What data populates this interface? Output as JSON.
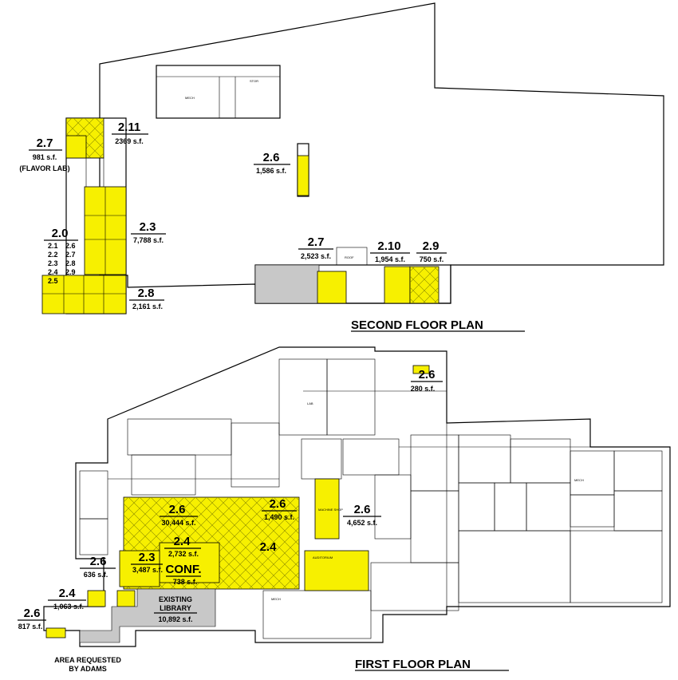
{
  "second_floor": {
    "title": "SECOND FLOOR PLAN",
    "areas": [
      {
        "id": "2.7",
        "area": "981 s.f.",
        "note": "(FLAVOR LAB)"
      },
      {
        "id": "2.11",
        "area": "2369 s.f."
      },
      {
        "id": "2.6",
        "area": "1,586 s.f."
      },
      {
        "id": "2.0",
        "items": [
          "2.1",
          "2.2",
          "2.3",
          "2.4",
          "2.5",
          "2.6",
          "2.7",
          "2.8",
          "2.9"
        ]
      },
      {
        "id": "2.3",
        "area": "7,788 s.f."
      },
      {
        "id": "2.8",
        "area": "2,161 s.f."
      },
      {
        "id": "2.7",
        "area": "2,523 s.f."
      },
      {
        "id": "2.10",
        "area": "1,954 s.f."
      },
      {
        "id": "2.9",
        "area": "750 s.f."
      }
    ],
    "room_labels": [
      "MECH",
      "STOR",
      "ROOF"
    ]
  },
  "first_floor": {
    "title": "FIRST FLOOR PLAN",
    "areas": [
      {
        "id": "2.6",
        "area": "280 s.f."
      },
      {
        "id": "2.6",
        "area": "30,444 s.f."
      },
      {
        "id": "2.6",
        "area": "1,490 s.f."
      },
      {
        "id": "2.6",
        "area": "4,652 s.f."
      },
      {
        "id": "2.4",
        "area": "2,732 s.f."
      },
      {
        "id": "2.3",
        "area": "3,487 s.f."
      },
      {
        "id": "CONF.",
        "area": "738 s.f."
      },
      {
        "id": "2.4",
        "area": ""
      },
      {
        "id": "2.6",
        "area": "636 s.f."
      },
      {
        "id": "2.4",
        "area": "1,063 s.f."
      },
      {
        "id": "2.6",
        "area": "817 s.f."
      }
    ],
    "library": {
      "line1": "EXISTING",
      "line2": "LIBRARY",
      "area": "10,892 s.f."
    },
    "adams_note": {
      "line1": "AREA REQUESTED",
      "line2": "BY ADAMS"
    },
    "room_labels": [
      "MACHINE SHOP",
      "MECH",
      "LAB",
      "MECH",
      "AUDITORIUM"
    ]
  }
}
